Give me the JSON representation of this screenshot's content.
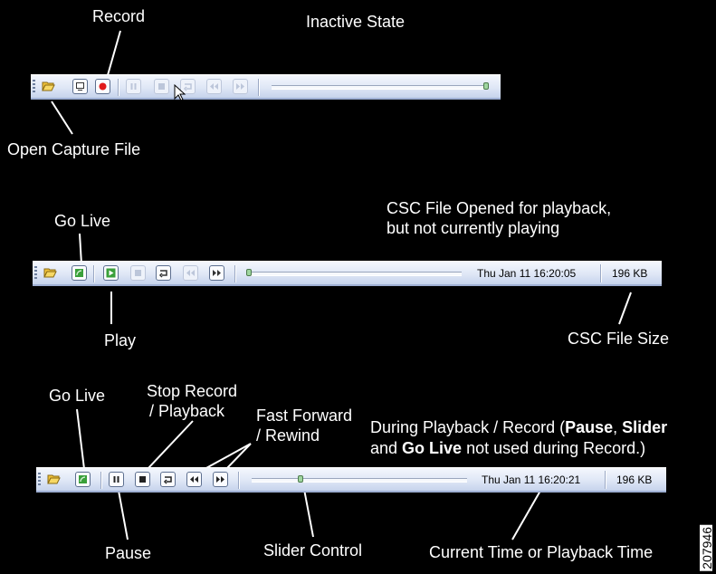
{
  "panel_inactive": {
    "record_label": "Record",
    "state_label": "Inactive State",
    "open_label": "Open Capture File",
    "slider_position": 1.0
  },
  "panel_opened": {
    "state_label_line1": "CSC File Opened for playback,",
    "state_label_line2": "but not currently playing",
    "go_live_label": "Go Live",
    "play_label": "Play",
    "file_size_label": "CSC File Size",
    "time": "Thu Jan 11 16:20:05",
    "size": "196 KB",
    "slider_position": 0.0
  },
  "panel_playback": {
    "go_live_label": "Go Live",
    "stop_label_line1": "Stop Record",
    "stop_label_line2": "/ Playback",
    "ff_label_line1": "Fast Forward",
    "ff_label_line2": "/ Rewind",
    "desc_line1_a": "During Playback / Record (",
    "desc_line1_b": "Pause",
    "desc_line1_c": ", ",
    "desc_line1_d": "Slider",
    "desc_line2_a": "and ",
    "desc_line2_b": "Go Live",
    "desc_line2_c": " not used during Record.)",
    "pause_label": "Pause",
    "slider_label": "Slider Control",
    "time_label": "Current Time or Playback Time",
    "time": "Thu Jan 11 16:20:21",
    "size": "196 KB",
    "slider_position": 0.22
  },
  "figure_id": "207946",
  "colors": {
    "bar_top": "#f4f7fd",
    "bar_bottom": "#c6d3ec",
    "record_red": "#e11b1b",
    "live_green": "#3aa03a"
  }
}
